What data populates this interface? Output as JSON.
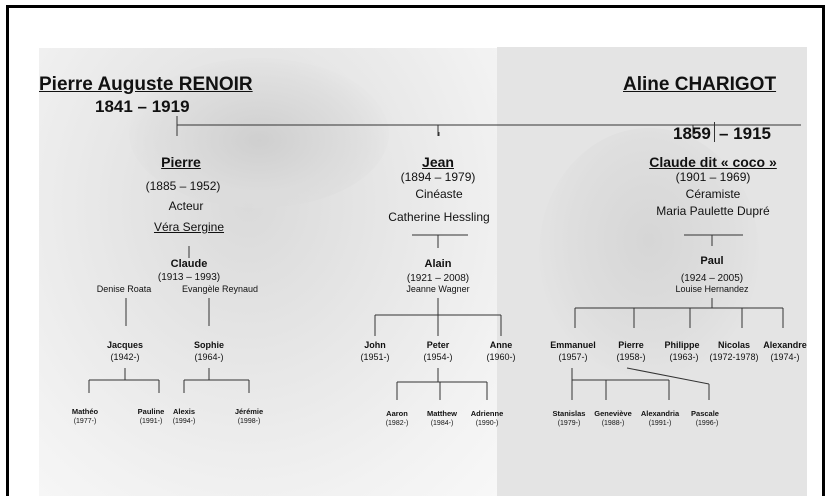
{
  "founders": {
    "father": {
      "name": "Pierre Auguste RENOIR",
      "years": "1841 – 1919"
    },
    "mother": {
      "name": "Aline CHARIGOT",
      "years_a": "1859",
      "years_b": "– 1915"
    }
  },
  "children": {
    "pierre": {
      "name": "Pierre",
      "years": "(1885 – 1952)",
      "role": "Acteur",
      "spouse": "Véra Sergine"
    },
    "jean": {
      "name": "Jean",
      "years": "(1894 – 1979)",
      "role": "Cinéaste",
      "spouse": "Catherine Hessling"
    },
    "claude_coco": {
      "name": "Claude dit « coco »",
      "years": "(1901 – 1969)",
      "role": "Céramiste",
      "spouse": "Maria Paulette Dupré"
    }
  },
  "grandchildren": {
    "claude": {
      "name": "Claude",
      "years": "(1913 – 1993)",
      "spouse1": "Denise Roata",
      "spouse2": "Evangèle Reynaud"
    },
    "alain": {
      "name": "Alain",
      "years": "(1921 – 2008)",
      "spouse": "Jeanne Wagner"
    },
    "paul": {
      "name": "Paul",
      "years": "(1924 – 2005)",
      "spouse": "Louise Hernandez"
    }
  },
  "great_grandchildren": {
    "jacques": {
      "name": "Jacques",
      "years": "(1942-)"
    },
    "sophie": {
      "name": "Sophie",
      "years": "(1964-)"
    },
    "john": {
      "name": "John",
      "years": "(1951-)"
    },
    "peter": {
      "name": "Peter",
      "years": "(1954-)"
    },
    "anne": {
      "name": "Anne",
      "years": "(1960-)"
    },
    "emmanuel": {
      "name": "Emmanuel",
      "years": "(1957-)"
    },
    "pierre": {
      "name": "Pierre",
      "years": "(1958-)"
    },
    "philippe": {
      "name": "Philippe",
      "years": "(1963-)"
    },
    "nicolas": {
      "name": "Nicolas",
      "years": "(1972-1978)"
    },
    "alexandre": {
      "name": "Alexandre",
      "years": "(1974-)"
    }
  },
  "fourth_generation": {
    "matheo": {
      "name": "Mathéo",
      "years": "(1977-)"
    },
    "pauline": {
      "name": "Pauline",
      "years": "(1991-)"
    },
    "alexis": {
      "name": "Alexis",
      "years": "(1994-)"
    },
    "jeremie": {
      "name": "Jérémie",
      "years": "(1998-)"
    },
    "aaron": {
      "name": "Aaron",
      "years": "(1982-)"
    },
    "matthew": {
      "name": "Matthew",
      "years": "(1984-)"
    },
    "adrienne": {
      "name": "Adrienne",
      "years": "(1990-)"
    },
    "stanislas": {
      "name": "Stanislas",
      "years": "(1979-)"
    },
    "genevieve": {
      "name": "Geneviève",
      "years": "(1988-)"
    },
    "alexandria": {
      "name": "Alexandria",
      "years": "(1991-)"
    },
    "pascale": {
      "name": "Pascale",
      "years": "(1996-)"
    }
  }
}
